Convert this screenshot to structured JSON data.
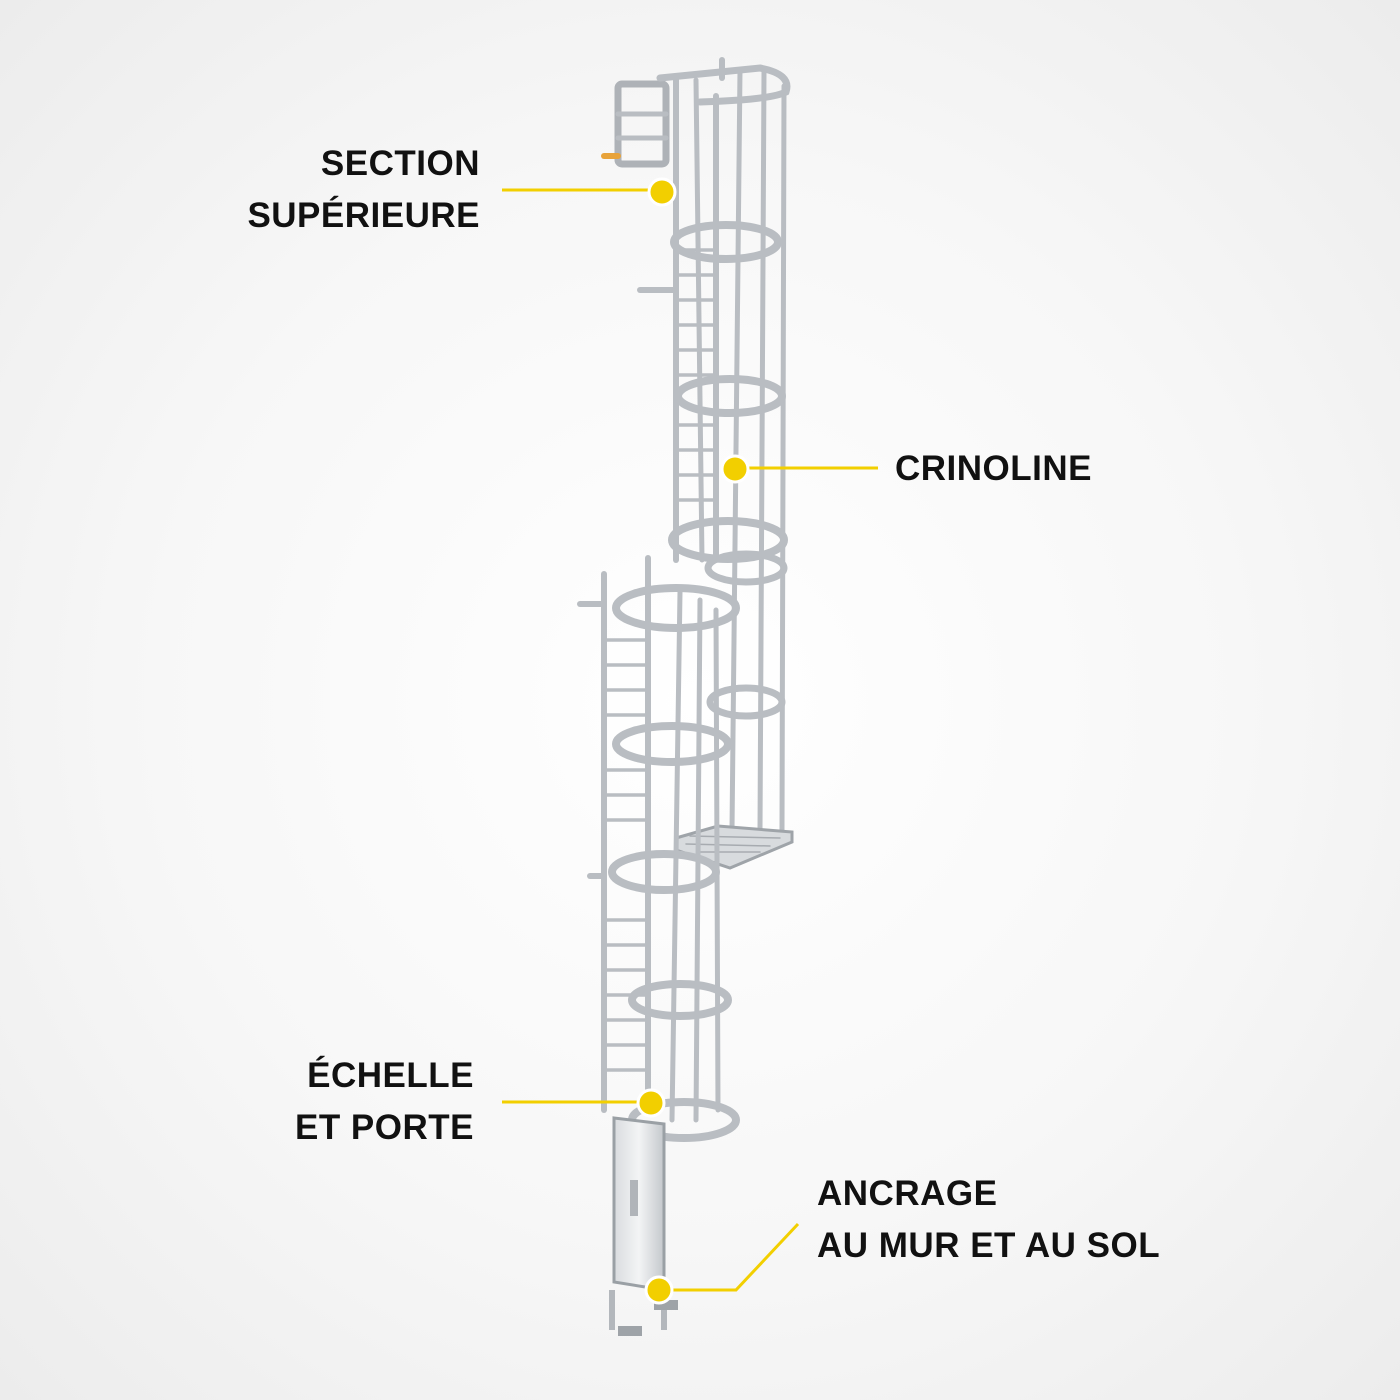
{
  "callouts": {
    "top_section": {
      "line1": "SECTION",
      "line2": "SUPÉRIEURE"
    },
    "cage": {
      "line1": "CRINOLINE"
    },
    "ladder_door": {
      "line1": "ÉCHELLE",
      "line2": "ET PORTE"
    },
    "anchoring": {
      "line1": "ANCRAGE",
      "line2": "AU MUR ET AU SOL"
    }
  },
  "colors": {
    "accent": "#f2cf00",
    "metal": "#c9ccd0",
    "metal_dark": "#8e9398",
    "text": "#111111"
  }
}
